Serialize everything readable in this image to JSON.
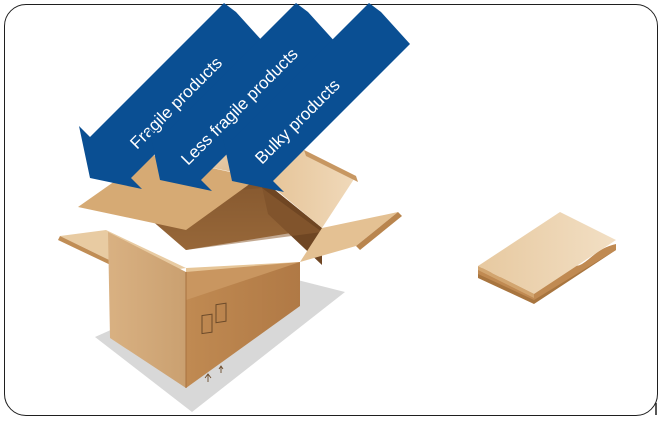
{
  "arrows": [
    {
      "label": "Fragile products"
    },
    {
      "label": "Less fragile products"
    },
    {
      "label": "Bulky products"
    }
  ],
  "colors": {
    "arrow_fill": "#0a4f93",
    "arrow_text": "#ffffff",
    "frame_border": "#1f1f1f",
    "box_light": "#e3c39a",
    "box_mid": "#c9975f",
    "box_dark": "#8c5f33",
    "shadow": "#d6d6d6"
  },
  "illustrations": {
    "open_box": "open-cardboard-box",
    "cardboard_sample": "corrugated-cardboard-piece",
    "box_markings": "fragile-and-this-side-up-icons"
  }
}
